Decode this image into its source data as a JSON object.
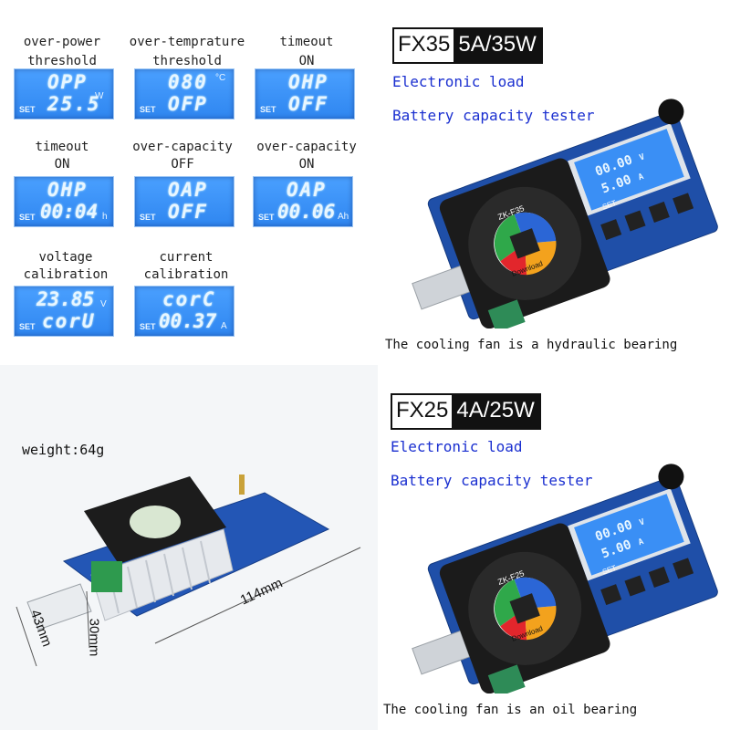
{
  "lcd_panels": [
    {
      "caption": [
        "over-power",
        "threshold"
      ],
      "line1": "OPP",
      "line2": "25.5",
      "unit": "W",
      "set": "SET"
    },
    {
      "caption": [
        "over-temprature",
        "threshold"
      ],
      "line1": "080",
      "line2": "OFP",
      "unit": "°C",
      "set": "SET"
    },
    {
      "caption": [
        "timeout",
        "ON"
      ],
      "line1": "OHP",
      "line2": "OFF",
      "unit": "",
      "set": "SET"
    },
    {
      "caption": [
        "timeout",
        "ON"
      ],
      "line1": "OHP",
      "line2": "00:04",
      "unit": "h",
      "set": "SET"
    },
    {
      "caption": [
        "over-capacity",
        "OFF"
      ],
      "line1": "OAP",
      "line2": "OFF",
      "unit": "",
      "set": "SET"
    },
    {
      "caption": [
        "over-capacity",
        "ON"
      ],
      "line1": "OAP",
      "line2": "00.06",
      "unit": "Ah",
      "set": "SET"
    },
    {
      "caption": [
        "voltage",
        "calibration"
      ],
      "line1": "23.85",
      "line2": "corU",
      "unit": "V",
      "set": "SET"
    },
    {
      "caption": [
        "current",
        "calibration"
      ],
      "line1": "corC",
      "line2": "00.37",
      "unit": "A",
      "set": "SET"
    }
  ],
  "product_top": {
    "model": "FX35",
    "rating": "5A/35W",
    "line1": "Electronic load",
    "line2": "Battery capacity tester",
    "fan_note": "The cooling fan is a hydraulic bearing",
    "fan_label": "ZK-F35",
    "lcd_v": "00.00",
    "lcd_a": "5.00",
    "lcd_unit_v": "V",
    "lcd_unit_a": "A",
    "set": "SET",
    "download": "Download"
  },
  "product_bottom": {
    "model": "FX25",
    "rating": "4A/25W",
    "line1": "Electronic load",
    "line2": "Battery capacity tester",
    "fan_note": "The cooling fan is an oil bearing",
    "fan_label": "ZK-F25",
    "lcd_v": "00.00",
    "lcd_a": "5.00",
    "lcd_unit_v": "V",
    "lcd_unit_a": "A",
    "set": "SET",
    "download": "Download"
  },
  "dimensions": {
    "weight": "weight:64g",
    "length": "114mm",
    "width": "43mm",
    "height": "30mm"
  },
  "colors": {
    "lcd_blue": "#3a8ff5",
    "pcb_blue": "#1f4fa8",
    "accent_text": "#1a2fd0"
  }
}
